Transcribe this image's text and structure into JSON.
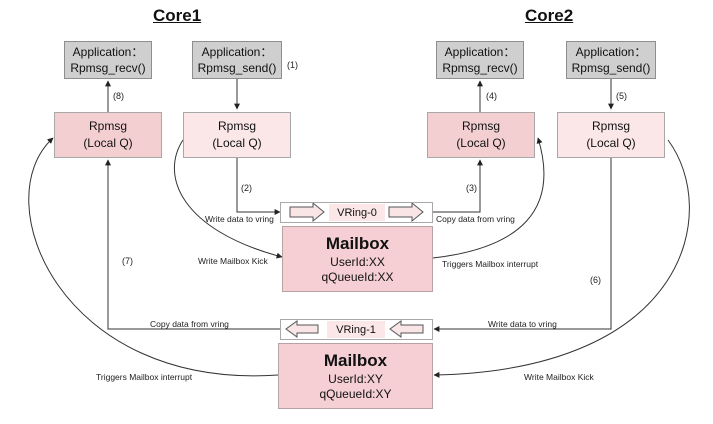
{
  "cores": {
    "core1": "Core1",
    "core2": "Core2"
  },
  "core1": {
    "app_recv": [
      "Application：",
      "Rpmsg_recv()"
    ],
    "app_send": [
      "Application：",
      "Rpmsg_send()"
    ],
    "rpmsg_recv": [
      "Rpmsg",
      "(Local Q)"
    ],
    "rpmsg_send": [
      "Rpmsg",
      "(Local Q)"
    ]
  },
  "core2": {
    "app_recv": [
      "Application：",
      "Rpmsg_recv()"
    ],
    "app_send": [
      "Application：",
      "Rpmsg_send()"
    ],
    "rpmsg_recv": [
      "Rpmsg",
      "(Local Q)"
    ],
    "rpmsg_send": [
      "Rpmsg",
      "(Local Q)"
    ]
  },
  "vring0": "VRing-0",
  "vring1": "VRing-1",
  "mailbox0": {
    "title": "Mailbox",
    "user": "UserId:XX",
    "queue": "qQueueId:XX"
  },
  "mailbox1": {
    "title": "Mailbox",
    "user": "UserId:XY",
    "queue": "qQueueId:XY"
  },
  "steps": [
    "(1)",
    "(2)",
    "(3)",
    "(4)",
    "(5)",
    "(6)",
    "(7)",
    "(8)"
  ],
  "edge_labels": {
    "write_vring_left": "Write data to vring",
    "copy_vring_right": "Copy data from vring",
    "write_kick_left": "Write Mailbox Kick",
    "trigger_interrupt_right": "Triggers Mailbox interrupt",
    "copy_vring_left": "Copy data from vring",
    "write_vring_right": "Write data to vring",
    "trigger_interrupt_left": "Triggers Mailbox interrupt",
    "write_kick_right": "Write Mailbox Kick"
  }
}
